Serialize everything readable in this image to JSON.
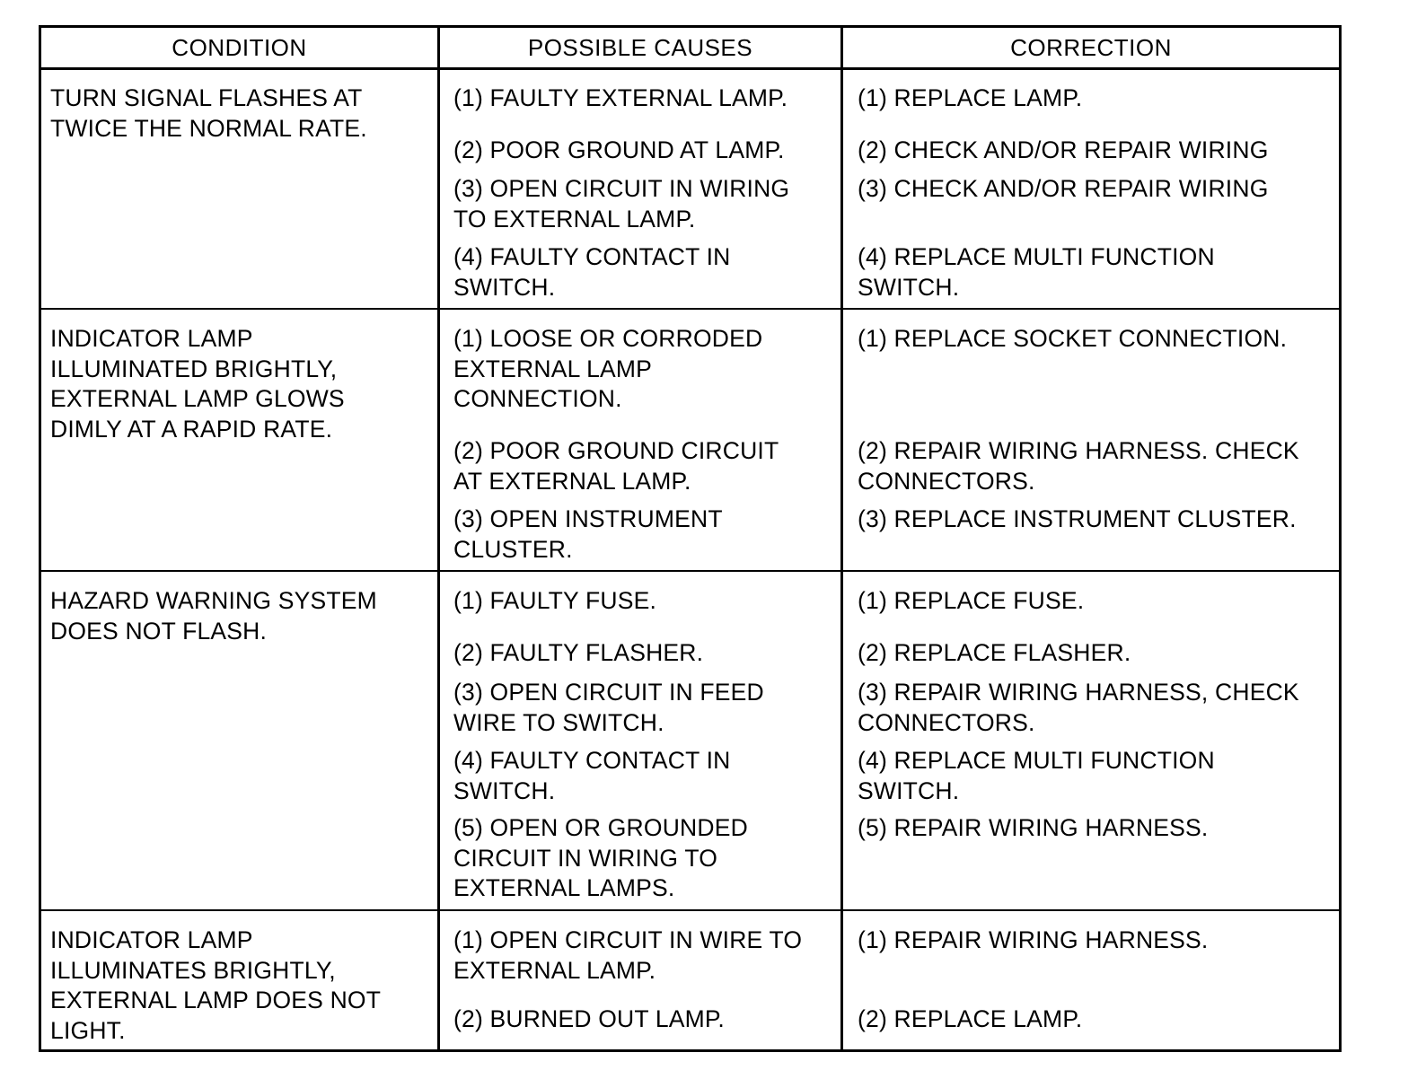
{
  "headers": {
    "condition": "CONDITION",
    "causes": "POSSIBLE CAUSES",
    "correction": "CORRECTION"
  },
  "rows": [
    {
      "condition": [
        "TURN SIGNAL FLASHES AT",
        "TWICE THE NORMAL RATE."
      ],
      "causes": [
        [
          "(1) FAULTY EXTERNAL LAMP."
        ],
        [
          "(2) POOR GROUND AT LAMP."
        ],
        [
          "(3) OPEN CIRCUIT IN WIRING",
          "TO EXTERNAL LAMP."
        ],
        [
          "(4) FAULTY CONTACT IN",
          "SWITCH."
        ]
      ],
      "corrections": [
        [
          "(1) REPLACE LAMP."
        ],
        [
          "(2) CHECK AND/OR REPAIR WIRING"
        ],
        [
          "(3) CHECK AND/OR REPAIR WIRING"
        ],
        [
          "(4) REPLACE MULTI FUNCTION",
          "SWITCH."
        ]
      ]
    },
    {
      "condition": [
        "INDICATOR LAMP",
        "ILLUMINATED BRIGHTLY,",
        "EXTERNAL LAMP GLOWS",
        "DIMLY AT A RAPID RATE."
      ],
      "causes": [
        [
          "(1) LOOSE OR CORRODED",
          "EXTERNAL LAMP",
          "CONNECTION."
        ],
        [
          "(2) POOR GROUND CIRCUIT",
          "AT EXTERNAL LAMP."
        ],
        [
          "(3) OPEN INSTRUMENT",
          "CLUSTER."
        ]
      ],
      "corrections": [
        [
          "(1) REPLACE SOCKET CONNECTION."
        ],
        [
          "(2) REPAIR WIRING HARNESS. CHECK",
          "CONNECTORS."
        ],
        [
          "(3) REPLACE INSTRUMENT CLUSTER."
        ]
      ]
    },
    {
      "condition": [
        "HAZARD WARNING SYSTEM",
        "DOES NOT FLASH."
      ],
      "causes": [
        [
          "(1) FAULTY FUSE."
        ],
        [
          "(2) FAULTY FLASHER."
        ],
        [
          "(3) OPEN CIRCUIT IN FEED",
          "WIRE TO SWITCH."
        ],
        [
          "(4) FAULTY CONTACT IN",
          "SWITCH."
        ],
        [
          "(5) OPEN OR GROUNDED",
          "CIRCUIT IN WIRING TO",
          "EXTERNAL LAMPS."
        ]
      ],
      "corrections": [
        [
          "(1) REPLACE FUSE."
        ],
        [
          "(2) REPLACE FLASHER."
        ],
        [
          "(3) REPAIR WIRING HARNESS, CHECK",
          "CONNECTORS."
        ],
        [
          "(4) REPLACE MULTI FUNCTION",
          "SWITCH."
        ],
        [
          "(5) REPAIR WIRING HARNESS."
        ]
      ]
    },
    {
      "condition": [
        "INDICATOR LAMP",
        "ILLUMINATES BRIGHTLY,",
        "EXTERNAL LAMP DOES NOT",
        "LIGHT."
      ],
      "causes": [
        [
          "(1) OPEN CIRCUIT IN WIRE TO",
          "EXTERNAL LAMP."
        ],
        [
          "(2) BURNED OUT LAMP."
        ]
      ],
      "corrections": [
        [
          "(1) REPAIR WIRING HARNESS."
        ],
        [
          "(2) REPLACE LAMP."
        ]
      ]
    }
  ]
}
